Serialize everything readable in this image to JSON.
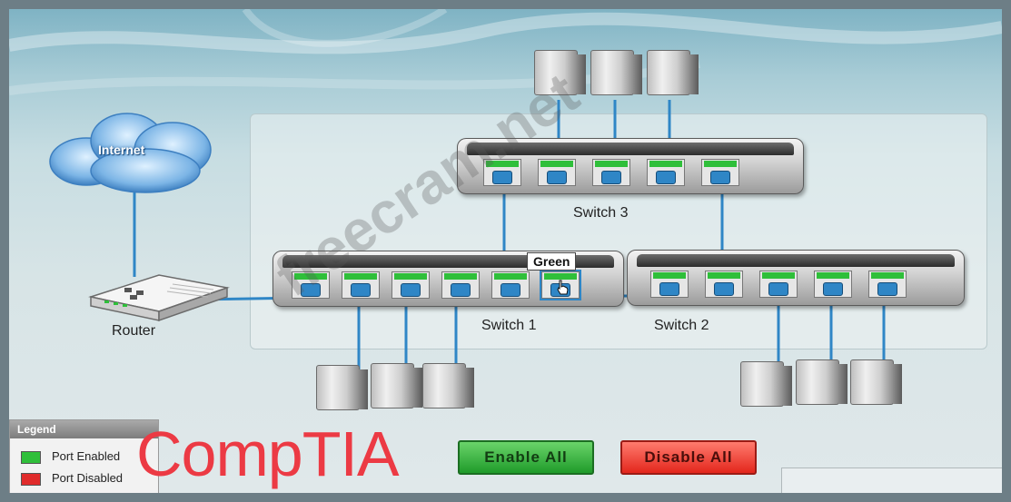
{
  "internet_label": "Internet",
  "router_label": "Router",
  "switches": {
    "s1": {
      "label": "Switch 1"
    },
    "s2": {
      "label": "Switch 2"
    },
    "s3": {
      "label": "Switch 3"
    }
  },
  "tooltip": "Green",
  "legend": {
    "title": "Legend",
    "items": [
      {
        "label": "Port Enabled",
        "color": "#2fbf3a"
      },
      {
        "label": "Port Disabled",
        "color": "#e02b2b"
      }
    ]
  },
  "buttons": {
    "enable_all": "Enable All",
    "disable_all": "Disable All"
  },
  "watermark": "freecram.net",
  "brand_overlay": "CompTIA",
  "colors": {
    "port_enabled": "#2fbf3a",
    "link": "#2f86c6",
    "enable_button": "#1f9b2a",
    "disable_button": "#e3261c"
  }
}
